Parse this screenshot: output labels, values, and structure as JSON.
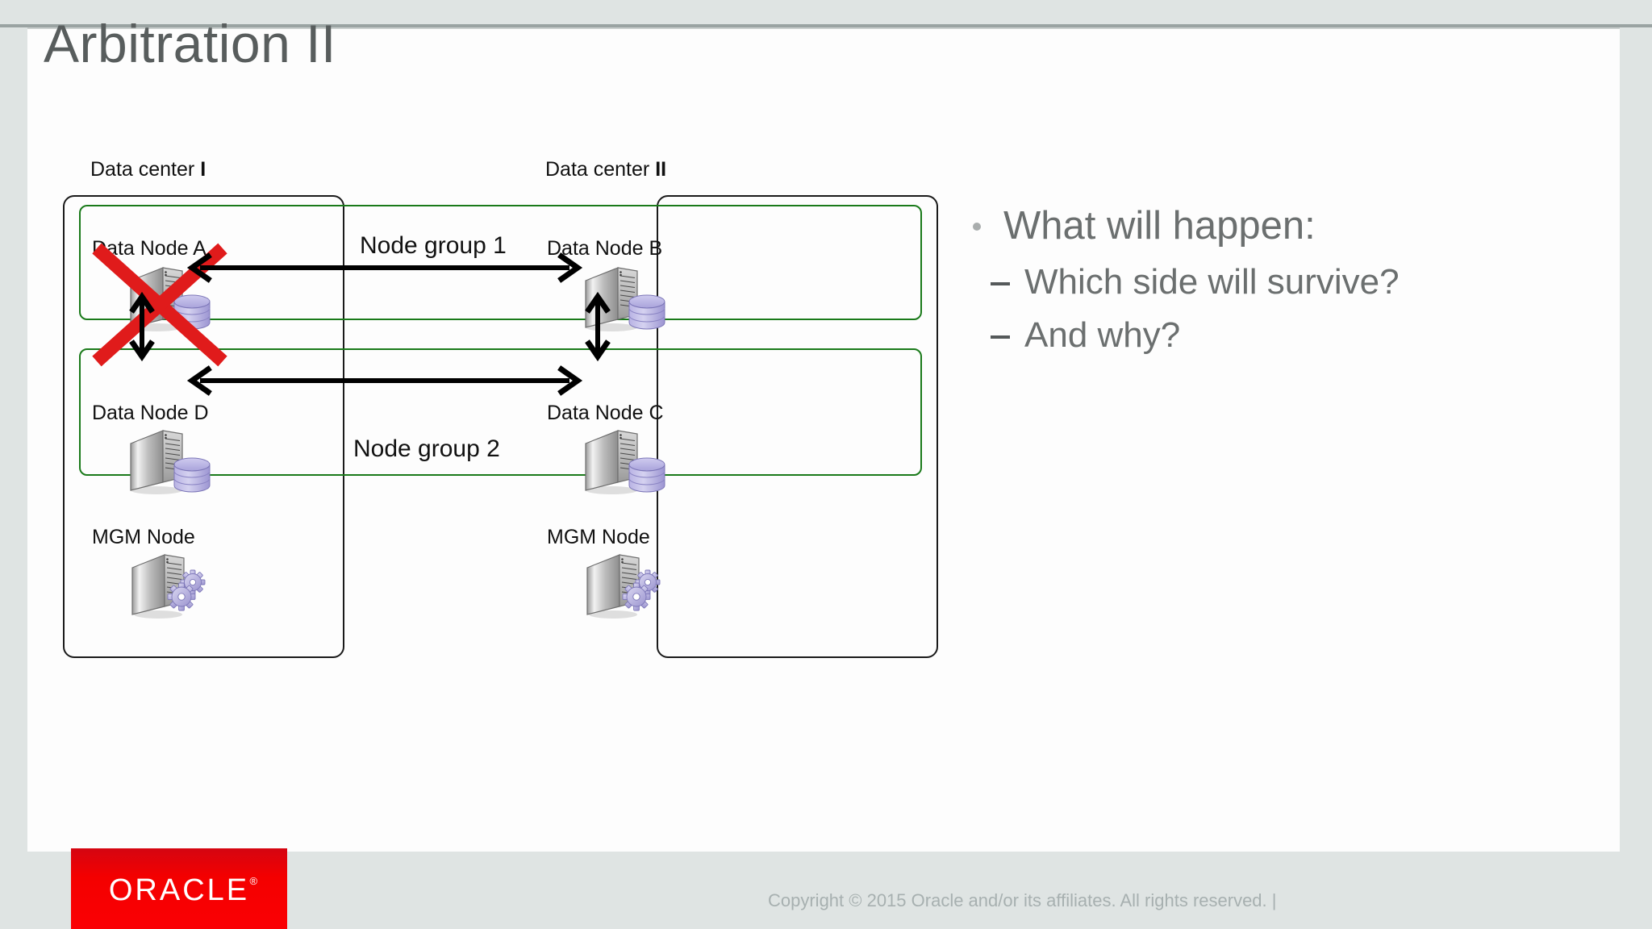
{
  "slide": {
    "title": "Arbitration II"
  },
  "diagram": {
    "data_centers": [
      {
        "label_prefix": "Data center ",
        "label_roman": "I"
      },
      {
        "label_prefix": "Data center ",
        "label_roman": "II"
      }
    ],
    "node_groups": [
      {
        "title": "Node group 1"
      },
      {
        "title": "Node group 2"
      }
    ],
    "nodes": [
      {
        "label": "Data Node A",
        "icon": "server-database-icon",
        "failed": true
      },
      {
        "label": "Data Node B",
        "icon": "server-database-icon",
        "failed": false
      },
      {
        "label": "Data Node D",
        "icon": "server-database-icon",
        "failed": false
      },
      {
        "label": "Data Node C",
        "icon": "server-database-icon",
        "failed": false
      },
      {
        "label": "MGM Node",
        "icon": "server-gears-icon",
        "failed": false
      },
      {
        "label": "MGM Node",
        "icon": "server-gears-icon",
        "failed": false
      }
    ],
    "colors": {
      "node_group_border": "#1a7a1a",
      "data_center_border": "#1a1a1a",
      "failure_mark": "#e01b1b",
      "arrow": "#000000"
    }
  },
  "bullets": {
    "level1": "What will happen:",
    "level2": [
      "Which side will survive?",
      "And why?"
    ]
  },
  "footer": {
    "brand": "ORACLE",
    "brand_trademark": "®",
    "copyright": "Copyright © 2015 Oracle and/or its affiliates. All rights reserved.  |",
    "brand_color": "#f40000"
  }
}
